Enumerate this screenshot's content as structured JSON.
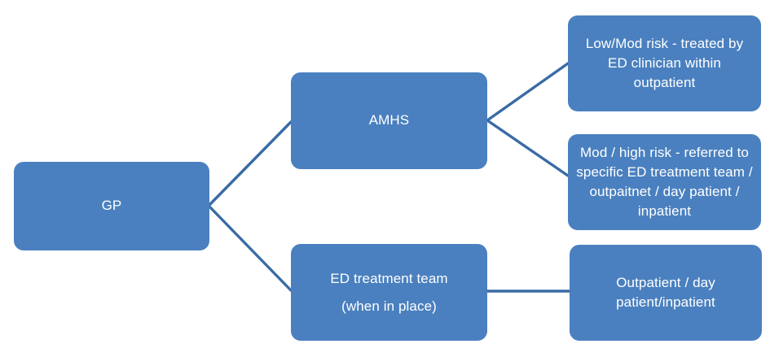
{
  "diagram": {
    "title": "Referral pathway flowchart",
    "type": "flowchart",
    "colors": {
      "node_fill": "#4a80bf",
      "node_text": "#ffffff",
      "connector": "#3a6ba5",
      "background": "#ffffff"
    },
    "nodes": [
      {
        "id": "gp",
        "label": "GP",
        "column": 1
      },
      {
        "id": "amhs",
        "label": "AMHS",
        "column": 2
      },
      {
        "id": "ed_team",
        "label": "ED treatment team\n(when in place)",
        "column": 2
      },
      {
        "id": "low_mod",
        "label": "Low/Mod risk - treated by ED clinician within outpatient",
        "column": 3
      },
      {
        "id": "mod_high",
        "label": "Mod / high risk - referred to specific ED treatment team / outpaitnet / day patient / inpatient",
        "column": 3
      },
      {
        "id": "outpatient",
        "label": "Outpatient / day patient/inpatient",
        "column": 3
      }
    ],
    "connectors": [
      {
        "from": "gp",
        "to": "amhs",
        "style": "elbow-fork"
      },
      {
        "from": "gp",
        "to": "ed_team",
        "style": "elbow-fork"
      },
      {
        "from": "amhs",
        "to": "low_mod",
        "style": "elbow-fork"
      },
      {
        "from": "amhs",
        "to": "mod_high",
        "style": "elbow-fork"
      },
      {
        "from": "ed_team",
        "to": "outpatient",
        "style": "straight"
      }
    ]
  }
}
